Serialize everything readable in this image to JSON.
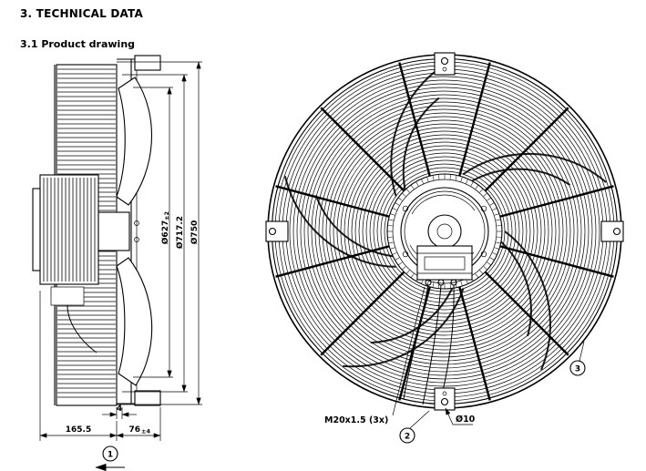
{
  "page": {
    "section_title": "3. TECHNICAL DATA",
    "subsection_title": "3.1 Product drawing"
  },
  "side_view": {
    "dims": {
      "impeller_diameter": {
        "value": "Ø627",
        "tolerance": "±2"
      },
      "inner_ring_diameter": "Ø717.2",
      "outer_diameter": "Ø750",
      "plate_offset": "4",
      "motor_depth": "165.5",
      "grille_depth": {
        "value": "76",
        "tolerance": "±4"
      }
    },
    "callout_airflow": "1"
  },
  "front_view": {
    "cable_gland_label": "M20x1.5 (3x)",
    "mounting_hole_label": "Ø10",
    "callout_terminal": "2",
    "callout_guard": "3"
  }
}
